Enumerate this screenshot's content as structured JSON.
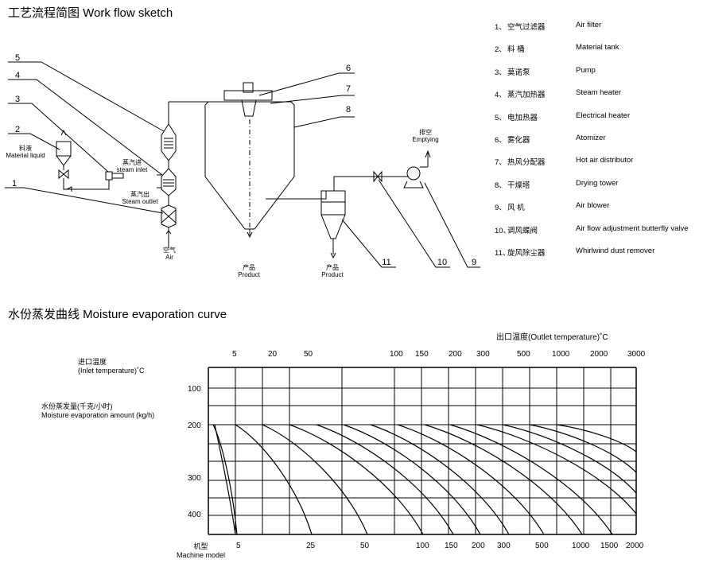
{
  "workflow": {
    "title": "工艺流程简图  Work flow sketch",
    "legend": [
      {
        "num": "1、",
        "zh": "空气过滤器",
        "en": "Air filter"
      },
      {
        "num": "2、",
        "zh": "料    桶",
        "en": "Material tank"
      },
      {
        "num": "3、",
        "zh": "莫诺泵",
        "en": "Pump"
      },
      {
        "num": "4、",
        "zh": "蒸汽加热器",
        "en": "Steam heater"
      },
      {
        "num": "5、",
        "zh": "电加热器",
        "en": "Electrical heater"
      },
      {
        "num": "6、",
        "zh": "雾化器",
        "en": "Atomizer"
      },
      {
        "num": "7、",
        "zh": "热风分配器",
        "en": "Hot air distributor"
      },
      {
        "num": "8、",
        "zh": "干燥塔",
        "en": "Drying tower"
      },
      {
        "num": "9、",
        "zh": "风    机",
        "en": "Air blower"
      },
      {
        "num": "10、",
        "zh": "调风蝶阀",
        "en": "Air flow adjustment butterfly valve"
      },
      {
        "num": "11、",
        "zh": "旋风除尘器",
        "en": "Whirlwind dust remover"
      }
    ],
    "callouts": [
      "1",
      "2",
      "3",
      "4",
      "5",
      "6",
      "7",
      "8",
      "9",
      "10",
      "11"
    ],
    "labels": {
      "material_zh": "料液",
      "material_en": "Material liquid",
      "steam_in_zh": "蒸汽进",
      "steam_in_en": "steam inlet",
      "steam_out_zh": "蒸汽出",
      "steam_out_en": "Steam outlet",
      "air_zh": "空气",
      "air_en": "Air",
      "product1_zh": "产品",
      "product1_en": "Product",
      "product2_zh": "产品",
      "product2_en": "Product",
      "empty_zh": "排空",
      "empty_en": "Emptying"
    }
  },
  "curve": {
    "title": "水份蒸发曲线  Moisture evaporation curve",
    "outlet_label": "出口温度(Outlet temperature)˚C",
    "inlet_label_zh": "进口温度",
    "inlet_label_en": "(Inlet temperature)˚C",
    "evap_label_zh": "水份蒸发量(千克/小时)",
    "evap_label_en": "Moisture evaporation amount  (kg/h)",
    "model_label_zh": "机型",
    "model_label_en": "Machine model",
    "top_ticks": [
      "5",
      "20",
      "50",
      "100",
      "150",
      "200",
      "300",
      "500",
      "1000",
      "2000",
      "3000"
    ],
    "left_ticks": [
      "100",
      "200",
      "300",
      "400"
    ],
    "bottom_ticks": [
      "5",
      "25",
      "50",
      "100",
      "150",
      "200",
      "300",
      "500",
      "1000",
      "1500",
      "2000"
    ]
  }
}
